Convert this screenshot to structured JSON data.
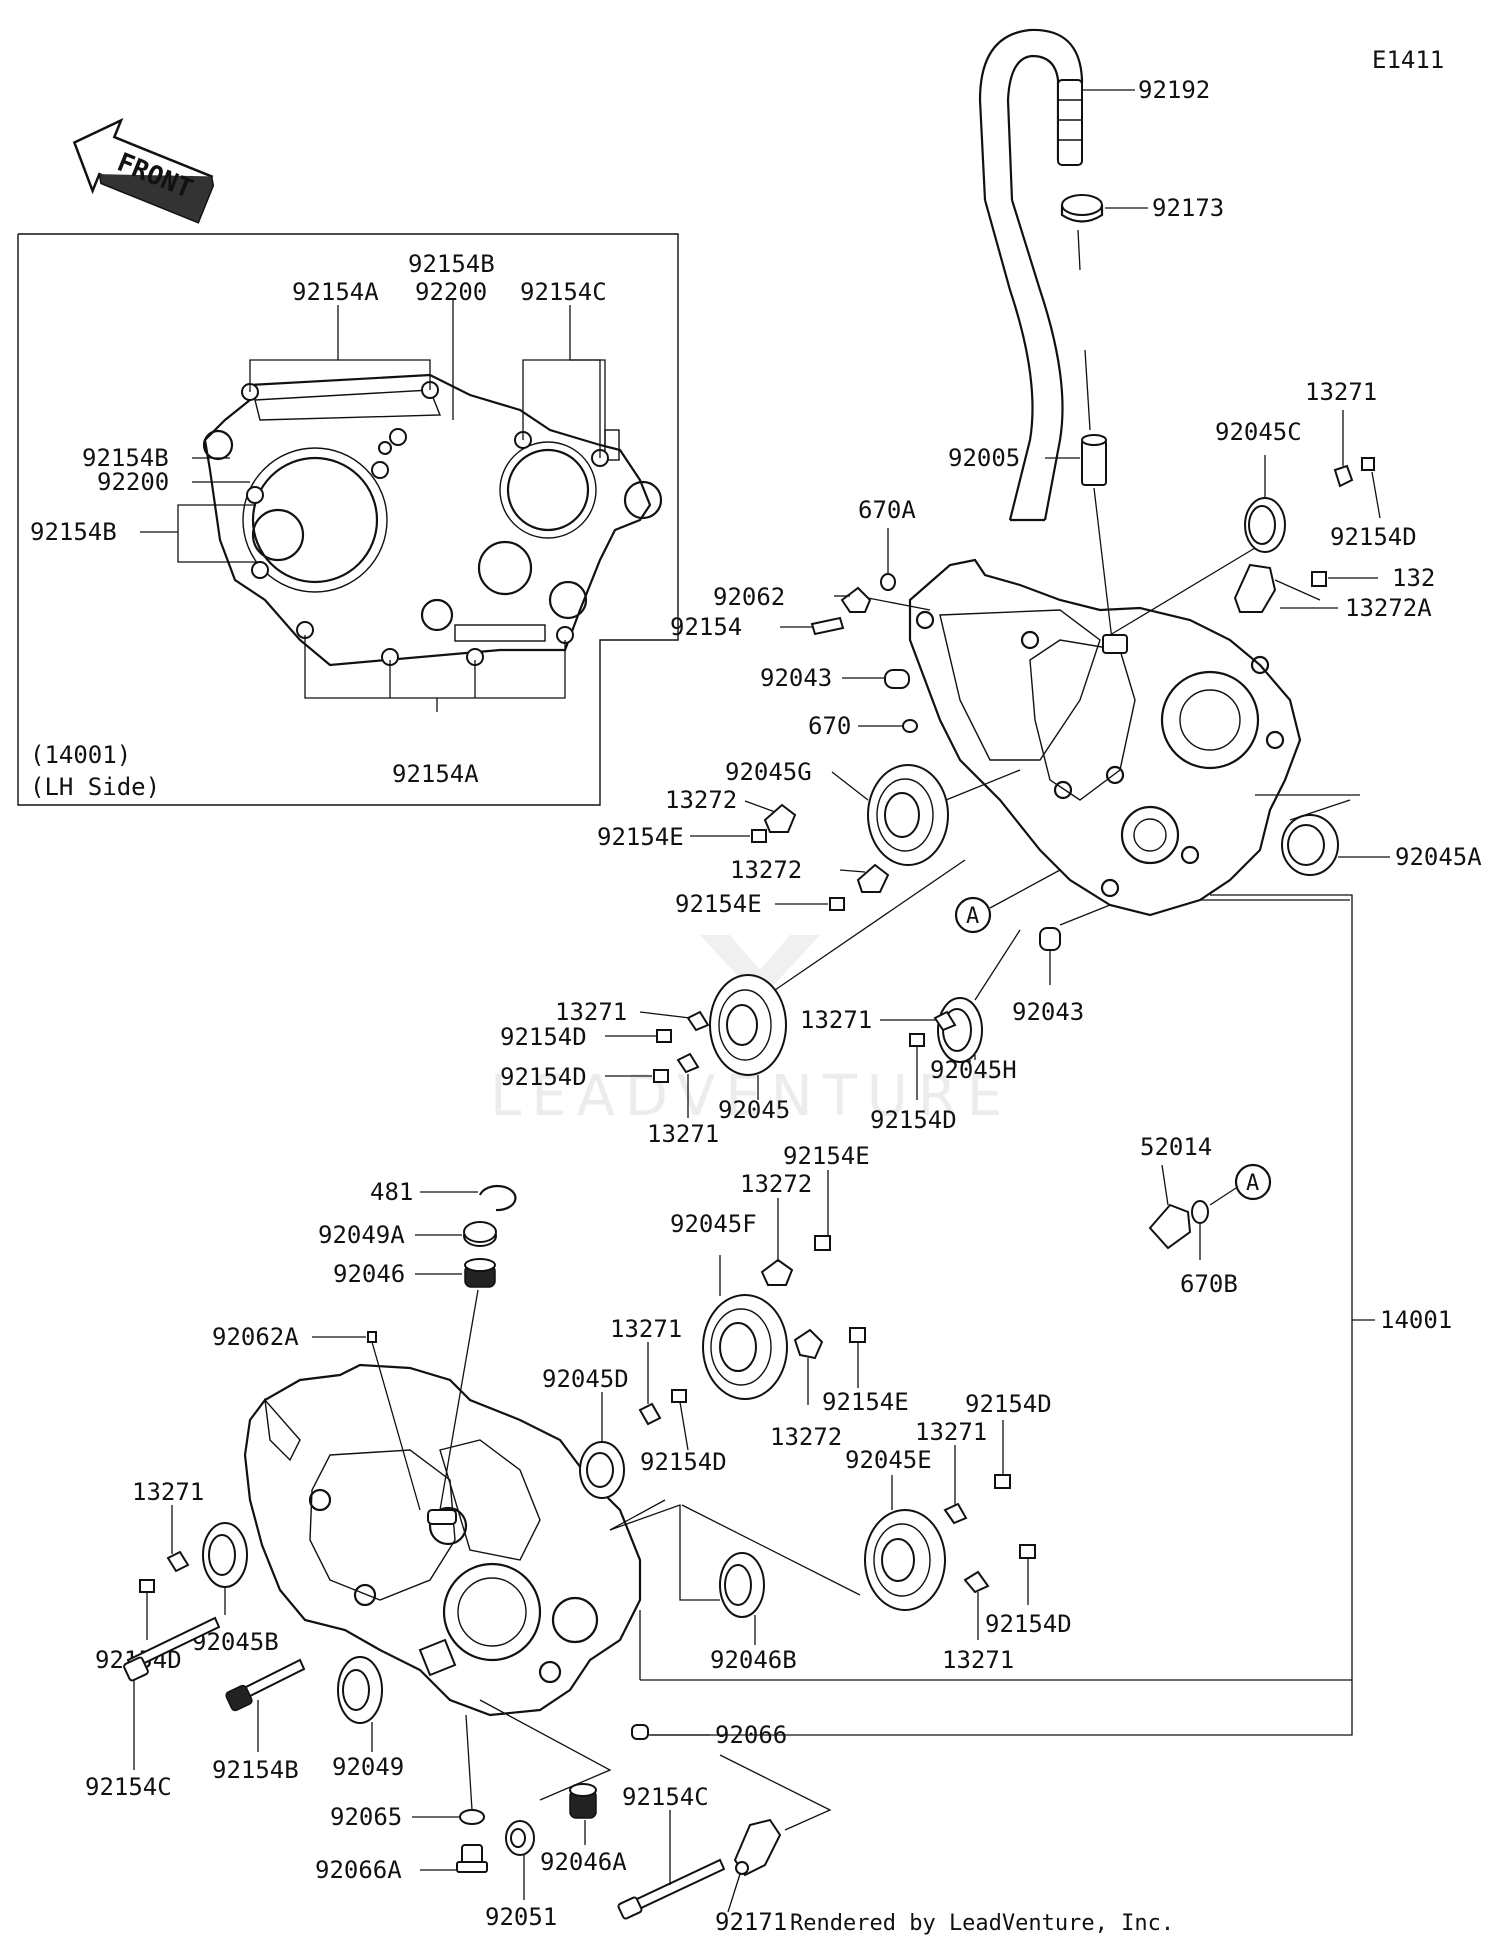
{
  "diagram_code": "E1411",
  "front_arrow": {
    "text": "FRONT",
    "icon": "front-direction-arrow-icon"
  },
  "inset": {
    "ref": "(14001)",
    "side": "(LH Side)"
  },
  "watermark": "LEADVENTURE",
  "credit": "Rendered by LeadVenture, Inc.",
  "callout_letter": "A",
  "labels": {
    "i_92154A_top": "92154A",
    "i_92154B_top": "92154B",
    "i_92200_top": "92200",
    "i_92154C_top": "92154C",
    "i_92154B_left": "92154B",
    "i_92200_left": "92200",
    "i_92154B_left2": "92154B",
    "i_92154A_bottom": "92154A",
    "p_92192": "92192",
    "p_92173": "92173",
    "p_92005": "92005",
    "p_92045C": "92045C",
    "p_13271_tr": "13271",
    "p_92154D_tr": "92154D",
    "p_132": "132",
    "p_13272A": "13272A",
    "p_670A": "670A",
    "p_92062": "92062",
    "p_92154": "92154",
    "p_92043_top": "92043",
    "p_670": "670",
    "p_92045G": "92045G",
    "p_13272_a": "13272",
    "p_92154E_a": "92154E",
    "p_13272_b": "13272",
    "p_92154E_b": "92154E",
    "p_92045A": "92045A",
    "p_92043_mid": "92043",
    "p_13271_m1": "13271",
    "p_92154D_m1": "92154D",
    "p_92154D_m2": "92154D",
    "p_13271_m2": "13271",
    "p_92045": "92045",
    "p_13271_m3": "13271",
    "p_92045H": "92045H",
    "p_92154D_m3": "92154D",
    "p_52014": "52014",
    "p_670B": "670B",
    "p_14001": "14001",
    "p_481": "481",
    "p_92049A": "92049A",
    "p_92046": "92046",
    "p_92062A": "92062A",
    "p_92154E_c": "92154E",
    "p_13272_c": "13272",
    "p_92045F": "92045F",
    "p_13271_c": "13271",
    "p_92045D": "92045D",
    "p_92154D_c": "92154D",
    "p_92154E_d": "92154E",
    "p_13272_d": "13272",
    "p_92154D_e": "92154D",
    "p_13271_e": "13271",
    "p_92045E": "92045E",
    "p_92154D_f": "92154D",
    "p_13271_f": "13271",
    "p_92046B": "92046B",
    "p_13271_l": "13271",
    "p_92154D_l": "92154D",
    "p_92045B": "92045B",
    "p_92154C_l": "92154C",
    "p_92154B_l": "92154B",
    "p_92049": "92049",
    "p_92066": "92066",
    "p_92065": "92065",
    "p_92066A": "92066A",
    "p_92051": "92051",
    "p_92046A": "92046A",
    "p_92154C_b": "92154C",
    "p_92171": "92171"
  }
}
